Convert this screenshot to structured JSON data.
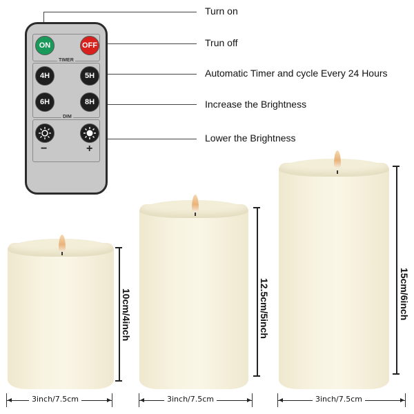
{
  "remote": {
    "buttons": {
      "on": "ON",
      "off": "OFF",
      "t4": "4H",
      "t5": "5H",
      "t6": "6H",
      "t8": "8H",
      "dim_minus_sign": "−",
      "dim_plus_sign": "+"
    },
    "section_labels": {
      "timer": "TIMER",
      "dim": "DIM"
    },
    "colors": {
      "on": "#1a9a5a",
      "off": "#d8201c",
      "body": "#c8c8c8"
    }
  },
  "callouts": [
    "Turn on",
    "Trun off",
    "Automatic Timer and cycle Every 24 Hours",
    "Increase the Brightness",
    "Lower the Brightness"
  ],
  "candles": [
    {
      "height_label": "10cm/4inch",
      "width_label": "3inch/7.5cm"
    },
    {
      "height_label": "12.5cm/5inch",
      "width_label": "3inch/7.5cm"
    },
    {
      "height_label": "15cm/6inch",
      "width_label": "3inch/7.5cm"
    }
  ]
}
